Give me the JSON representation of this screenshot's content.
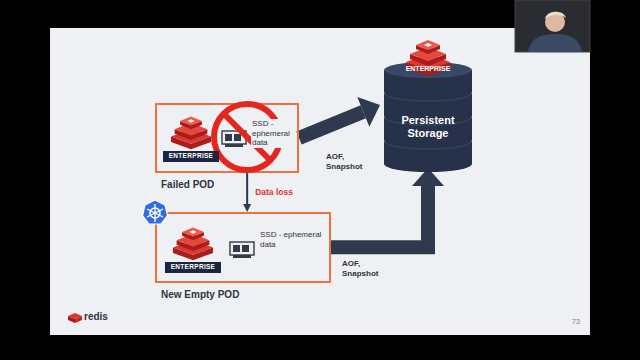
{
  "diagram": {
    "nodes": [
      {
        "text": [
          "Failed POD"
        ]
      },
      {
        "text": [
          "ENTERPRISE"
        ],
        "in": 0
      },
      {
        "text": [
          "SSD - ephemeral data"
        ],
        "in": 0
      },
      {
        "text": [
          "New Empty POD"
        ]
      },
      {
        "text": [
          "ENTERPRISE"
        ],
        "in": 3
      },
      {
        "text": [
          "SSD - ephemeral data"
        ],
        "in": 3
      },
      {
        "text": [
          "ENTERPRISE",
          "Persistent Storage"
        ]
      }
    ],
    "edges": [
      {
        "from": 0,
        "to": 6,
        "label": "AOF, Snapshot",
        "arrow": "to"
      },
      {
        "from": 0,
        "to": 3,
        "label": "Data loss",
        "arrow": "to"
      },
      {
        "from": 3,
        "to": 6,
        "label": "AOF, Snapshot",
        "arrow": "to"
      }
    ],
    "labels": [
      "redis",
      "73"
    ]
  }
}
